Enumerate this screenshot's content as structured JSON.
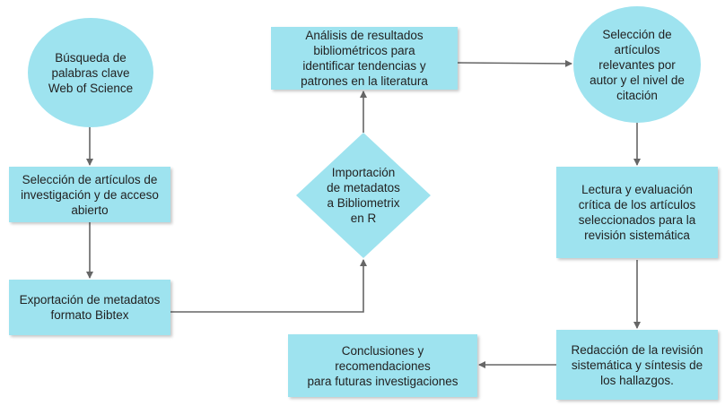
{
  "diagram": {
    "colors": {
      "node_fill": "#9ee3ef",
      "text": "#222222",
      "arrow": "#666666"
    },
    "nodes": {
      "busqueda": "Búsqueda de\npalabras clave\nWeb of Science",
      "seleccion_investigacion": "Selección de artículos de\ninvestigación y de acceso\nabierto",
      "exportacion": "Exportación de metadatos\nformato Bibtex",
      "importacion": "Importación\nde metadatos\na Bibliometrix\nen R",
      "analisis": "Análisis de resultados\nbibliométricos  para\nidentificar tendencias y\npatrones en la literatura",
      "seleccion_relevantes": "Selección de\nartículos\nrelevantes  por\nautor y el nivel de\ncitación",
      "lectura": "Lectura y evaluación\ncrítica de los artículos\nseleccionados para la\nrevisión sistemática",
      "redaccion": "Redacción de la revisión\nsistemática y síntesis de\nlos hallazgos.",
      "conclusiones": "Conclusiones y\nrecomendaciones\npara futuras investigaciones"
    }
  }
}
